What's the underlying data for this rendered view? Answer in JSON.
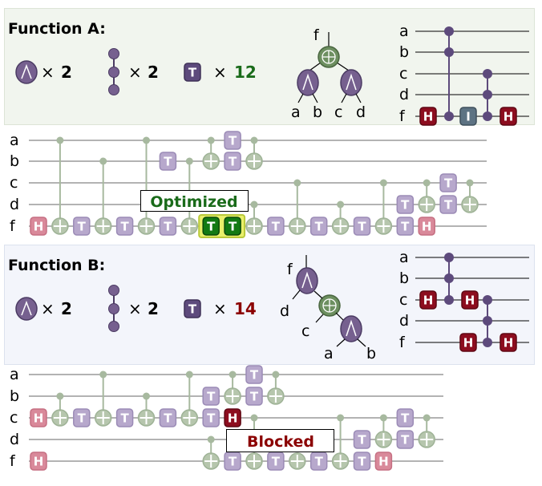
{
  "colors": {
    "green": "#1a6b1a",
    "red": "#8b0000",
    "purple": "#76608f",
    "xor": "#6d8f60"
  },
  "functionA": {
    "title": "Function A:",
    "and_count": "2",
    "chain_count": "2",
    "t_count": "12",
    "times": "×",
    "tree_labels": {
      "root": "f",
      "leaves": [
        "a",
        "b",
        "c",
        "d"
      ]
    },
    "wires": [
      "a",
      "b",
      "c",
      "d",
      "f"
    ],
    "gates": {
      "h": "H",
      "i": "I",
      "t": "T"
    }
  },
  "functionB": {
    "title": "Function B:",
    "and_count": "2",
    "chain_count": "2",
    "t_count": "14",
    "times": "×",
    "tree_labels": {
      "root": "f",
      "d": "d",
      "c": "c",
      "a": "a",
      "b": "b"
    },
    "wires": [
      "a",
      "b",
      "c",
      "d",
      "f"
    ],
    "gates": {
      "h": "H",
      "t": "T"
    }
  },
  "circuit1": {
    "wires": [
      "a",
      "b",
      "c",
      "d",
      "f"
    ],
    "annotation": "Optimized",
    "gates": [
      {
        "t": "H",
        "w": "f",
        "c": 0,
        "style": "faded"
      },
      {
        "t": "X",
        "w": "f",
        "c": 1,
        "ctrl": "a"
      },
      {
        "t": "T",
        "w": "f",
        "c": 2
      },
      {
        "t": "X",
        "w": "f",
        "c": 3,
        "ctrl": "b"
      },
      {
        "t": "T",
        "w": "f",
        "c": 4
      },
      {
        "t": "X",
        "w": "f",
        "c": 5,
        "ctrl": "a"
      },
      {
        "t": "T",
        "w": "f",
        "c": 6
      },
      {
        "t": "T",
        "w": "b",
        "c": 6
      },
      {
        "t": "X",
        "w": "f",
        "c": 7,
        "ctrl": "b"
      },
      {
        "t": "X",
        "w": "b",
        "c": 8,
        "ctrl": "a"
      },
      {
        "t": "T",
        "w": "f",
        "c": 8,
        "style": "green"
      },
      {
        "t": "T",
        "w": "f",
        "c": 9,
        "style": "green"
      },
      {
        "t": "T",
        "w": "a",
        "c": 9
      },
      {
        "t": "T",
        "w": "b",
        "c": 9
      },
      {
        "t": "X",
        "w": "b",
        "c": 10,
        "ctrl": "a"
      },
      {
        "t": "X",
        "w": "f",
        "c": 10,
        "ctrl": "d"
      },
      {
        "t": "T",
        "w": "f",
        "c": 11
      },
      {
        "t": "X",
        "w": "f",
        "c": 12,
        "ctrl": "c"
      },
      {
        "t": "T",
        "w": "f",
        "c": 13
      },
      {
        "t": "X",
        "w": "f",
        "c": 14,
        "ctrl": "d"
      },
      {
        "t": "T",
        "w": "f",
        "c": 15
      },
      {
        "t": "X",
        "w": "f",
        "c": 16,
        "ctrl": "c"
      },
      {
        "t": "T",
        "w": "f",
        "c": 17
      },
      {
        "t": "T",
        "w": "d",
        "c": 17
      },
      {
        "t": "H",
        "w": "f",
        "c": 18
      },
      {
        "t": "X",
        "w": "d",
        "c": 18,
        "ctrl": "c"
      },
      {
        "t": "T",
        "w": "c",
        "c": 19
      },
      {
        "t": "T",
        "w": "d",
        "c": 19
      },
      {
        "t": "X",
        "w": "d",
        "c": 20,
        "ctrl": "c"
      }
    ]
  },
  "circuit2": {
    "wires": [
      "a",
      "b",
      "c",
      "d",
      "f"
    ],
    "annotation": "Blocked",
    "gates": [
      {
        "t": "H",
        "w": "c",
        "c": 0
      },
      {
        "t": "H",
        "w": "f",
        "c": 0
      },
      {
        "t": "X",
        "w": "c",
        "c": 1,
        "ctrl": "b"
      },
      {
        "t": "T",
        "w": "c",
        "c": 2
      },
      {
        "t": "X",
        "w": "c",
        "c": 3,
        "ctrl": "a"
      },
      {
        "t": "T",
        "w": "c",
        "c": 4
      },
      {
        "t": "X",
        "w": "c",
        "c": 5,
        "ctrl": "b"
      },
      {
        "t": "T",
        "w": "c",
        "c": 6
      },
      {
        "t": "X",
        "w": "c",
        "c": 7,
        "ctrl": "a"
      },
      {
        "t": "T",
        "w": "c",
        "c": 8
      },
      {
        "t": "T",
        "w": "b",
        "c": 8
      },
      {
        "t": "X",
        "w": "f",
        "c": 8,
        "ctrl": "d"
      },
      {
        "t": "H",
        "w": "c",
        "c": 9,
        "style": "dark"
      },
      {
        "t": "X",
        "w": "b",
        "c": 9,
        "ctrl": "a"
      },
      {
        "t": "T",
        "w": "f",
        "c": 9
      },
      {
        "t": "T",
        "w": "a",
        "c": 10
      },
      {
        "t": "T",
        "w": "b",
        "c": 10
      },
      {
        "t": "X",
        "w": "f",
        "c": 10,
        "ctrl": "c"
      },
      {
        "t": "X",
        "w": "b",
        "c": 11,
        "ctrl": "a"
      },
      {
        "t": "T",
        "w": "f",
        "c": 11
      },
      {
        "t": "X",
        "w": "f",
        "c": 12
      },
      {
        "t": "T",
        "w": "f",
        "c": 13
      },
      {
        "t": "X",
        "w": "f",
        "c": 14,
        "ctrl": "c"
      },
      {
        "t": "T",
        "w": "f",
        "c": 15
      },
      {
        "t": "T",
        "w": "d",
        "c": 15
      },
      {
        "t": "H",
        "w": "f",
        "c": 16
      },
      {
        "t": "X",
        "w": "d",
        "c": 16,
        "ctrl": "c"
      },
      {
        "t": "T",
        "w": "c",
        "c": 17
      },
      {
        "t": "T",
        "w": "d",
        "c": 17
      },
      {
        "t": "X",
        "w": "d",
        "c": 18,
        "ctrl": "c"
      }
    ]
  }
}
